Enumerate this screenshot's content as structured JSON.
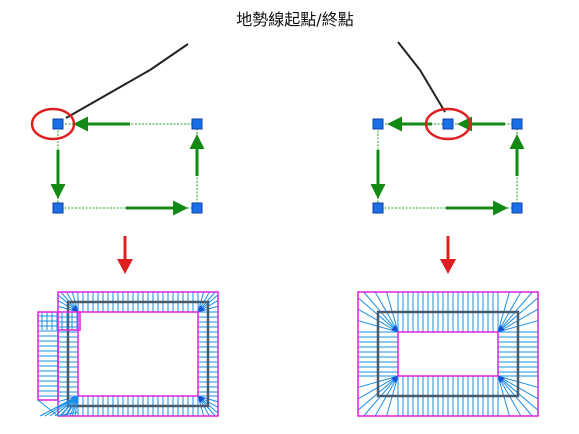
{
  "title": "地勢線起點/終點",
  "colors": {
    "grip": "#1a6fe6",
    "arrow": "#138a13",
    "dashed_line": "#6fbf6f",
    "highlight": "#e02020",
    "down_arrow": "#e02020",
    "leader": "#222222",
    "outline": "#e020e0",
    "hatch": "#1a8fe6",
    "hatch_inner": "#1a4fd6",
    "path_line": "#4a5a6a"
  },
  "panels": [
    {
      "name": "left",
      "start_point": "corner"
    },
    {
      "name": "right",
      "start_point": "mid-edge"
    }
  ]
}
